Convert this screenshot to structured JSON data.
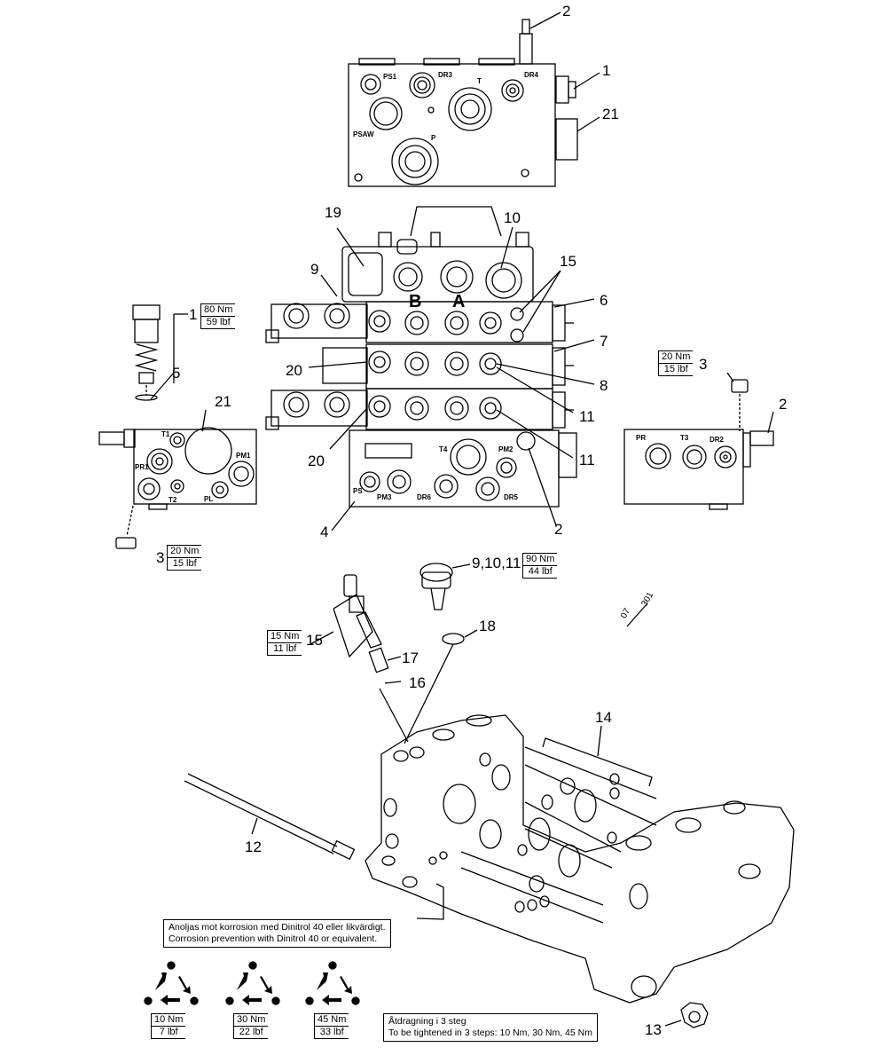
{
  "callouts": {
    "c1_top": "1",
    "c2_top": "2",
    "c21_top": "21",
    "c19": "19",
    "c10": "10",
    "c9": "9",
    "c15_mid": "15",
    "c6": "6",
    "c7": "7",
    "c20_a": "20",
    "c8": "8",
    "c11_a": "11",
    "c11_b": "11",
    "c20_b": "20",
    "c4": "4",
    "c2_mid": "2",
    "c1_left": "1",
    "c5": "5",
    "c21_left": "21",
    "c3_left": "3",
    "c3_right": "3",
    "c2_right": "2",
    "c9_10_11": "9,10,11",
    "c18": "18",
    "c15_low": "15",
    "c17": "17",
    "c16": "16",
    "c14": "14",
    "c12": "12",
    "c13": "13"
  },
  "ports": {
    "ps1": "PS1",
    "dr3": "DR3",
    "t": "T",
    "dr4": "DR4",
    "psaw": "PSAW",
    "p": "P",
    "t1": "T1",
    "pr1": "PR1",
    "t2": "T2",
    "pl": "PL",
    "pm1": "PM1",
    "t4": "T4",
    "pm2": "PM2",
    "ps": "PS",
    "pm3": "PM3",
    "dr6": "DR6",
    "dr5": "DR5",
    "pr": "PR",
    "t3": "T3",
    "dr2": "DR2"
  },
  "section_letters": {
    "b": "B",
    "a": "A"
  },
  "torque": {
    "t80": {
      "nm": "80 Nm",
      "lbf": "59 lbf"
    },
    "t20_right": {
      "nm": "20 Nm",
      "lbf": "15 lbf"
    },
    "t20_left": {
      "nm": "20 Nm",
      "lbf": "15 lbf"
    },
    "t90": {
      "nm": "90 Nm",
      "lbf": "44 lbf"
    },
    "t15": {
      "nm": "15 Nm",
      "lbf": "11 lbf"
    }
  },
  "steps": [
    {
      "nm": "10 Nm",
      "lbf": "7 lbf"
    },
    {
      "nm": "30 Nm",
      "lbf": "22 lbf"
    },
    {
      "nm": "45 Nm",
      "lbf": "33 lbf"
    }
  ],
  "notes": {
    "corrosion_sv": "Anoljas mot korrosion med Dinitrol 40 eller likvärdigt.",
    "corrosion_en": "Corrosion prevention with Dinitrol 40 or equivalent.",
    "tighten_sv": "Åtdragning i 3 steg",
    "tighten_en": "To be tightened in 3 steps: 10 Nm, 30 Nm, 45 Nm"
  },
  "stamp": {
    "a": "07",
    "b": "301"
  }
}
